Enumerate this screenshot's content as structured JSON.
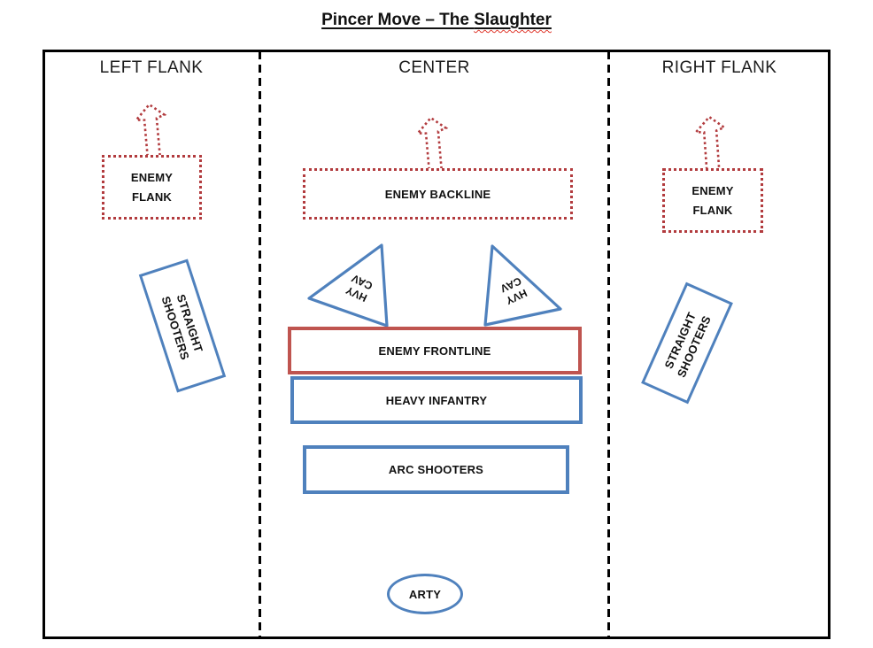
{
  "title": {
    "text_before": "Pincer Move – The ",
    "underlined_wavy_word": "Slaughter"
  },
  "colors": {
    "enemy_red": "#b23b3e",
    "frontline_red": "#bf544f",
    "ally_blue": "#4f81bd",
    "frame_black": "#000000"
  },
  "columns": {
    "left": {
      "header": "LEFT FLANK",
      "enemy_flank_box": {
        "lines": [
          "ENEMY",
          "FLANK"
        ]
      },
      "straight_shooters": {
        "lines": [
          "STRAIGHT",
          "SHOOTERS"
        ]
      }
    },
    "center": {
      "header": "CENTER",
      "enemy_backline_label": "ENEMY BACKLINE",
      "hvy_cav_left": {
        "lines": [
          "HVY",
          "CAV"
        ]
      },
      "hvy_cav_right": {
        "lines": [
          "HVY",
          "CAV"
        ]
      },
      "enemy_frontline_label": "ENEMY FRONTLINE",
      "heavy_infantry_label": "HEAVY INFANTRY",
      "arc_shooters_label": "ARC SHOOTERS",
      "arty_label": "ARTY"
    },
    "right": {
      "header": "RIGHT FLANK",
      "enemy_flank_box": {
        "lines": [
          "ENEMY",
          "FLANK"
        ]
      },
      "straight_shooters": {
        "lines": [
          "STRAIGHT",
          "SHOOTERS"
        ]
      }
    }
  }
}
